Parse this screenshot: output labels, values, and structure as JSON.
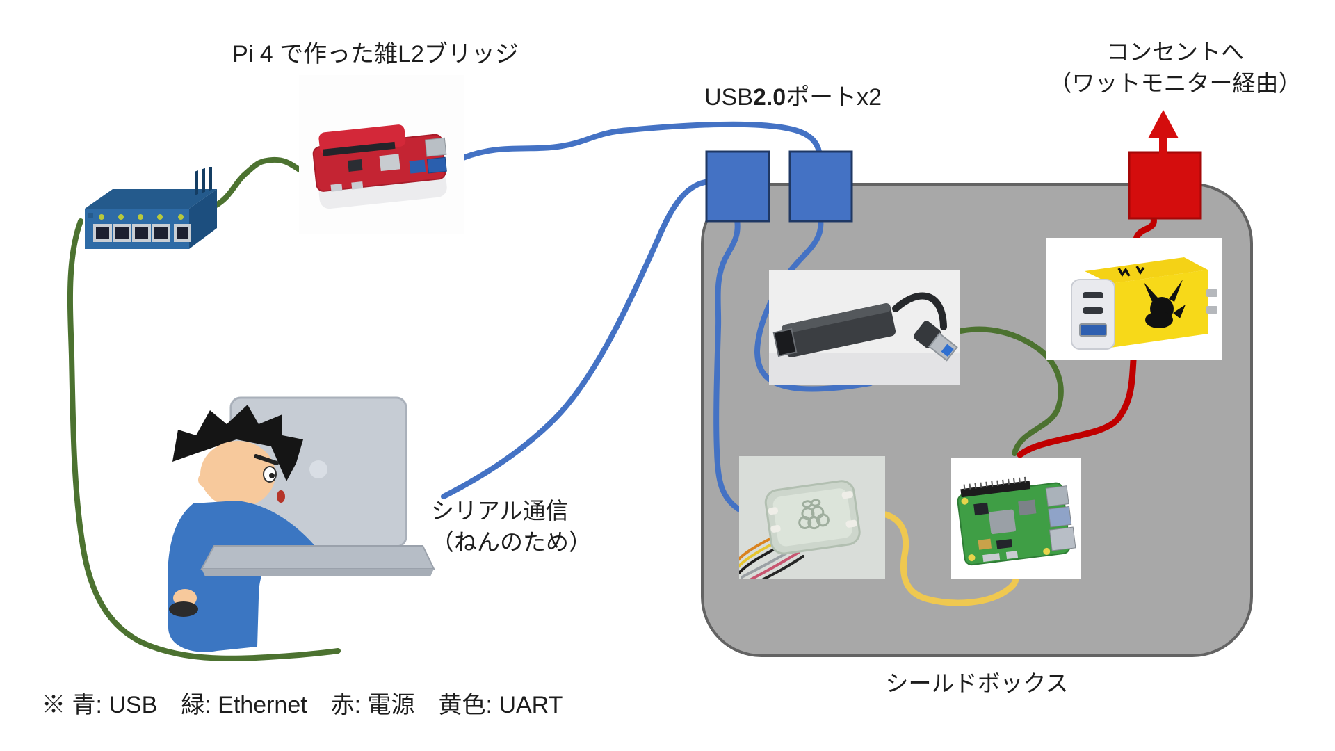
{
  "diagram": {
    "title": "Pi 4 で作った雑L2ブリッジ",
    "usb_ports_label": {
      "prefix": "USB",
      "bold": "2.0",
      "suffix": "ポートx2"
    },
    "outlet_label": {
      "line1": "コンセントへ",
      "line2": "（ワットモニター経由）"
    },
    "serial_label": {
      "line1": "シリアル通信",
      "line2": "（ねんのため）"
    },
    "shield_box_label": "シールドボックス",
    "legend": "※ 青: USB　緑: Ethernet　赤: 電源　黄色: UART",
    "colors": {
      "usb": "#4472C4",
      "usb_square": "#4472C4",
      "usb_square_border": "#1F3864",
      "ethernet": "#4C7230",
      "power": "#C00000",
      "power_square": "#D40D0D",
      "power_square_border": "#A50808",
      "uart": "#EFC850",
      "box_fill": "#A8A8A8",
      "box_border": "#636363"
    }
  }
}
